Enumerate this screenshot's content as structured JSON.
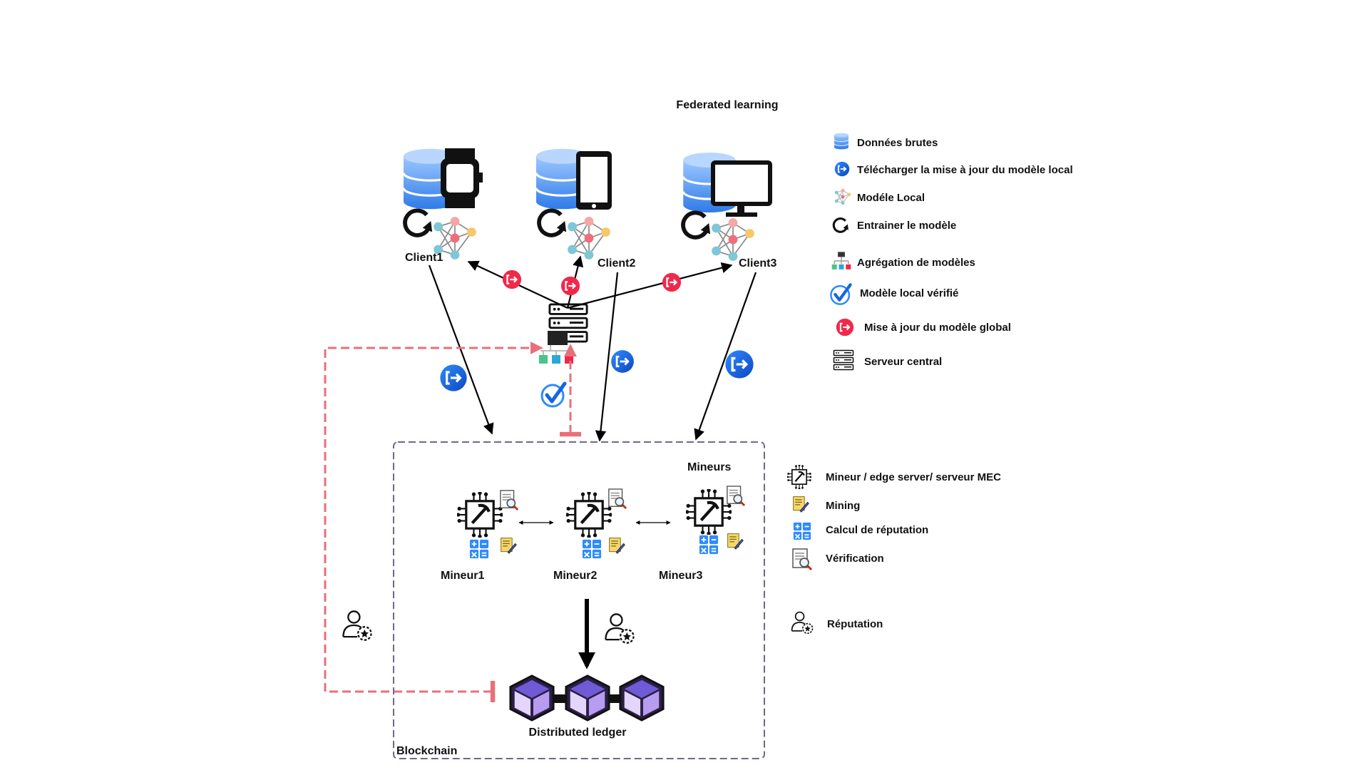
{
  "title": "Federated learning",
  "clients": [
    "Client1",
    "Client2",
    "Client3"
  ],
  "miners_title": "Mineurs",
  "miners": [
    "Mineur1",
    "Mineur2",
    "Mineur3"
  ],
  "ledger_label": "Distributed ledger",
  "blockchain_label": "Blockchain",
  "legend_fl": [
    {
      "icon": "database-icon",
      "label": "Données brutes"
    },
    {
      "icon": "upload-local-update-icon",
      "label": "Télécharger la mise à jour du modèle local"
    },
    {
      "icon": "local-model-icon",
      "label": "Modéle Local"
    },
    {
      "icon": "train-icon",
      "label": "Entrainer le modèle"
    },
    {
      "icon": "aggregation-icon",
      "label": "Agrégation de modèles"
    },
    {
      "icon": "verified-check-icon",
      "label": "Modèle local vérifié"
    },
    {
      "icon": "global-update-icon",
      "label": "Mise à jour du modèle global"
    },
    {
      "icon": "server-icon",
      "label": "Serveur central"
    }
  ],
  "legend_bc": [
    {
      "icon": "miner-chip-icon",
      "label": "Mineur / edge server/ serveur MEC"
    },
    {
      "icon": "mining-icon",
      "label": "Mining"
    },
    {
      "icon": "calculator-icon",
      "label": "Calcul de réputation"
    },
    {
      "icon": "verification-icon",
      "label": "Vérification"
    },
    {
      "icon": "reputation-icon",
      "label": "Réputation"
    }
  ],
  "colors": {
    "blue_badge": "#1565E0",
    "red_badge": "#F0284A",
    "dashed_red": "#E8707A",
    "block_purple": "#B79CF0",
    "database_blue": "#2F7BE8"
  }
}
